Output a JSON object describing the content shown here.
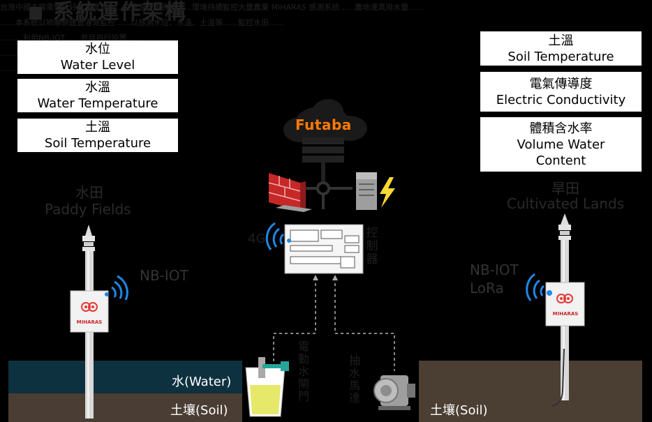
{
  "header": {
    "title": "系統運作架構"
  },
  "background_text": "台灣中國市場需要良好農業環境……嚴重浪費水資源……環境持續監控大量農業 MIHARAS 感測系統……農地灌溉用水量……\n……本系統以物聯網建置灌溉監控……以感測水位、水溫、土溫等……監控水田……\n………利用NB-IOT……並且自行設置……\n…………水資源的使用效率……\n…………，並且節省資源的使用效率達成 <br> ……",
  "left_labels": [
    {
      "zh": "水位",
      "en": "Water Level"
    },
    {
      "zh": "水溫",
      "en": "Water Temperature"
    },
    {
      "zh": "土溫",
      "en": "Soil Temperature"
    }
  ],
  "right_labels": [
    {
      "zh": "土溫",
      "en": "Soil Temperature"
    },
    {
      "zh": "電氣傳導度",
      "en": "Electric Conductivity"
    },
    {
      "zh": "體積含水率",
      "en": "Volume Water Content"
    }
  ],
  "left_field": {
    "zh": "水田",
    "en": "Paddy Fields"
  },
  "right_field": {
    "zh": "旱田",
    "en": "Cultivated Lands"
  },
  "left_comm": "NB-IOT",
  "right_comm": [
    "NB-IOT",
    "LoRa"
  ],
  "cloud_label": "Futaba",
  "four_g": "4G",
  "controller_label": "控制器",
  "valve_label": "電動水閘門",
  "pump_label": "抽水馬達",
  "sensor_brand": "MIHARAS",
  "water_label": "水(Water)",
  "soil_label": "土壤(Soil)",
  "soil_label_right": "土壤(Soil)",
  "colors": {
    "water": "#0e3140",
    "soil": "#4a3d33",
    "wifi": "#1e88e5",
    "futaba": "#ff7a00",
    "firewall": "#c62828"
  }
}
